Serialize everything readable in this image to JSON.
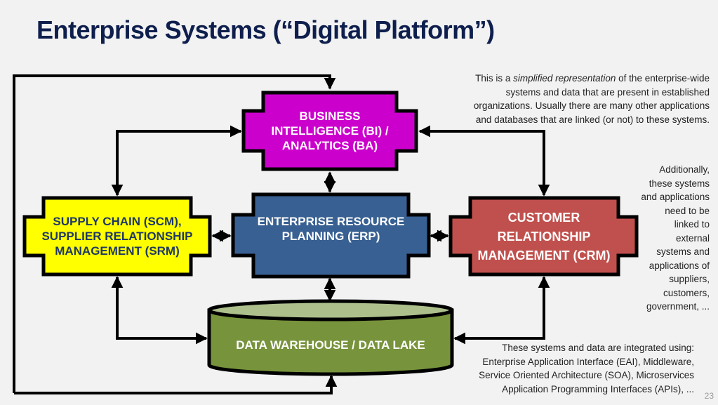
{
  "slide": {
    "title": "Enterprise Systems (“Digital Platform”)",
    "page_number": "23"
  },
  "colors": {
    "background": "#f2f2f2",
    "title": "#0f1f4d",
    "bi": "#cc00cc",
    "scm": "#ffff00",
    "erp": "#386092",
    "crm": "#c0504d",
    "dw_body": "#77933c",
    "dw_top": "#adc08c",
    "border": "#000000"
  },
  "nodes": {
    "bi": {
      "lines": [
        "BUSINESS",
        "INTELLIGENCE (BI) /",
        "ANALYTICS (BA)"
      ]
    },
    "scm": {
      "lines": [
        "SUPPLY CHAIN (SCM),",
        "SUPPLIER RELATIONSHIP",
        "MANAGEMENT (SRM)"
      ]
    },
    "erp": {
      "lines": [
        "ENTERPRISE RESOURCE",
        "PLANNING (ERP)"
      ]
    },
    "crm": {
      "lines": [
        "CUSTOMER",
        "RELATIONSHIP",
        "MANAGEMENT (CRM)"
      ]
    },
    "dw": {
      "lines": [
        "DATA WAREHOUSE / DATA LAKE"
      ]
    }
  },
  "notes": {
    "top_right": {
      "prefix": "This is a ",
      "emphasis": "simplified representation",
      "suffix_lines": [
        " of the enterprise-wide",
        "systems and data that are present in established",
        "organizations. Usually there are many other applications",
        "and databases that are linked (or not) to these systems."
      ]
    },
    "right": [
      "Additionally,",
      "these systems",
      "and applications",
      "need to be",
      "linked to",
      "external",
      "systems and",
      "applications of",
      "suppliers,",
      "customers,",
      "government, ..."
    ],
    "bottom": [
      "These systems and data are integrated using:",
      "Enterprise Application Interface (EAI), Middleware,",
      "Service Oriented Architecture (SOA), Microservices",
      "Application Programming Interfaces (APIs), ..."
    ]
  }
}
